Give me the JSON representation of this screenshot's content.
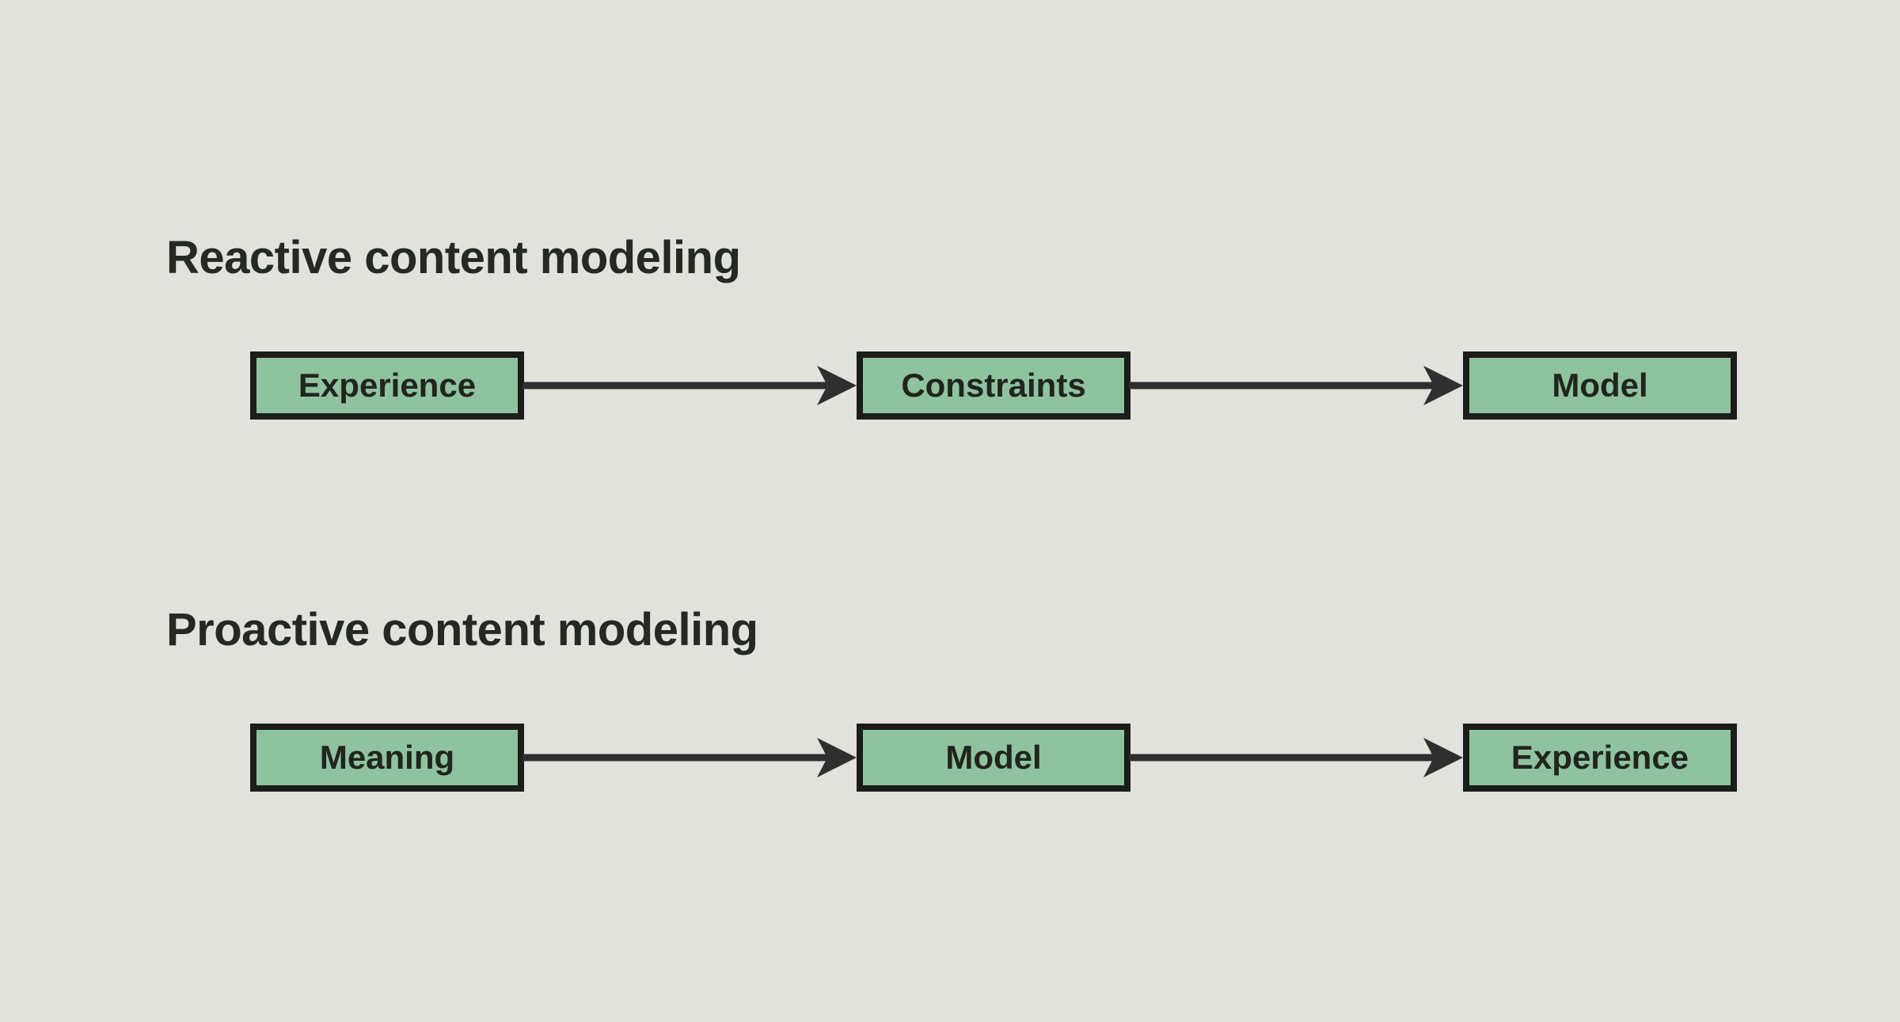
{
  "page": {
    "background_color": "#e2e2dd",
    "node_fill_color": "#8fc29e",
    "node_border_color": "#1b1d1a",
    "arrow_color": "#2f2f2f",
    "text_color": "#242921"
  },
  "diagram": {
    "sections": [
      {
        "title": "Reactive content modeling",
        "nodes": [
          "Experience",
          "Constraints",
          "Model"
        ],
        "flow": "Experience -> Constraints -> Model"
      },
      {
        "title": "Proactive content modeling",
        "nodes": [
          "Meaning",
          "Model",
          "Experience"
        ],
        "flow": "Meaning -> Model -> Experience"
      }
    ]
  }
}
